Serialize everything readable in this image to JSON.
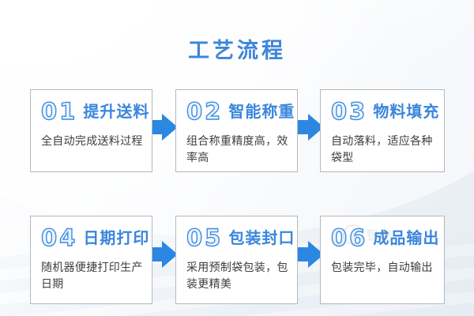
{
  "page": {
    "title": "工艺流程"
  },
  "colors": {
    "accent_blue": "#3a86dc",
    "arrow_blue": "#2b87e2",
    "number_outline_blue": "#3f8ce0",
    "description_text": "#3e3e3e",
    "box_border": "#b4b8bd",
    "background_tint": "#e7edf3"
  },
  "steps": [
    {
      "number": "01",
      "title": "提升送料",
      "description": "全自动完成送料过程"
    },
    {
      "number": "02",
      "title": "智能称重",
      "description": "组合称重精度高，效率高"
    },
    {
      "number": "03",
      "title": "物料填充",
      "description": "自动落料，适应各种袋型"
    },
    {
      "number": "04",
      "title": "日期打印",
      "description": "随机器便捷打印生产日期"
    },
    {
      "number": "05",
      "title": "包装封口",
      "description": "采用预制袋包装，包装更精美"
    },
    {
      "number": "06",
      "title": "成品输出",
      "description": "包装完毕，自动输出"
    }
  ],
  "watermark": {
    "text": "智能"
  }
}
